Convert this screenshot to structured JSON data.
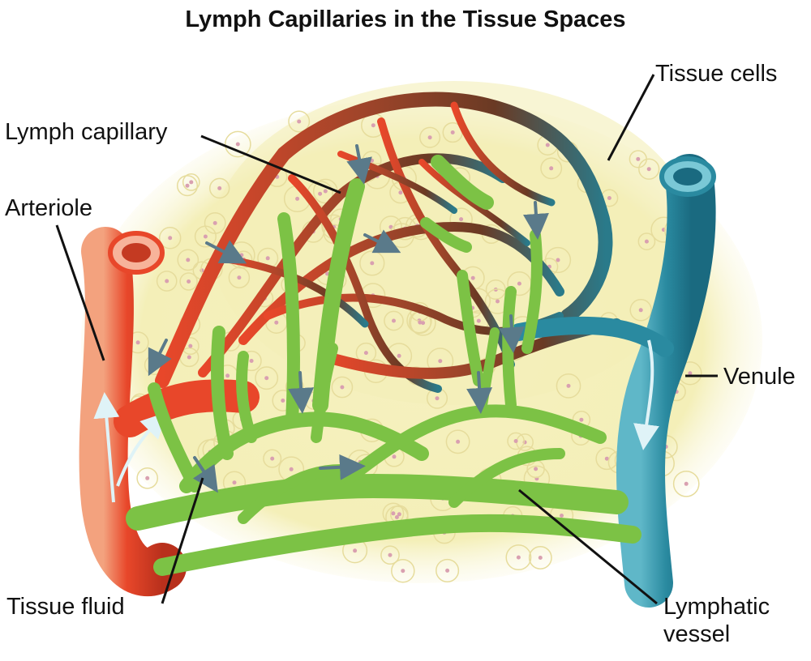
{
  "title": "Lymph Capillaries in the Tissue Spaces",
  "labels": {
    "tissue_cells": "Tissue cells",
    "lymph_capillary": "Lymph capillary",
    "arteriole": "Arteriole",
    "venule": "Venule",
    "tissue_fluid": "Tissue fluid",
    "lymphatic_vessel_line1": "Lymphatic",
    "lymphatic_vessel_line2": "vessel"
  },
  "colors": {
    "arteriole": "#e8472a",
    "venule": "#2a8aa0",
    "lymph": "#7cc245",
    "tissue": "#f4efb8",
    "capillary_dark": "#7a3a22",
    "flow_arrow": "#5a7a8a"
  }
}
